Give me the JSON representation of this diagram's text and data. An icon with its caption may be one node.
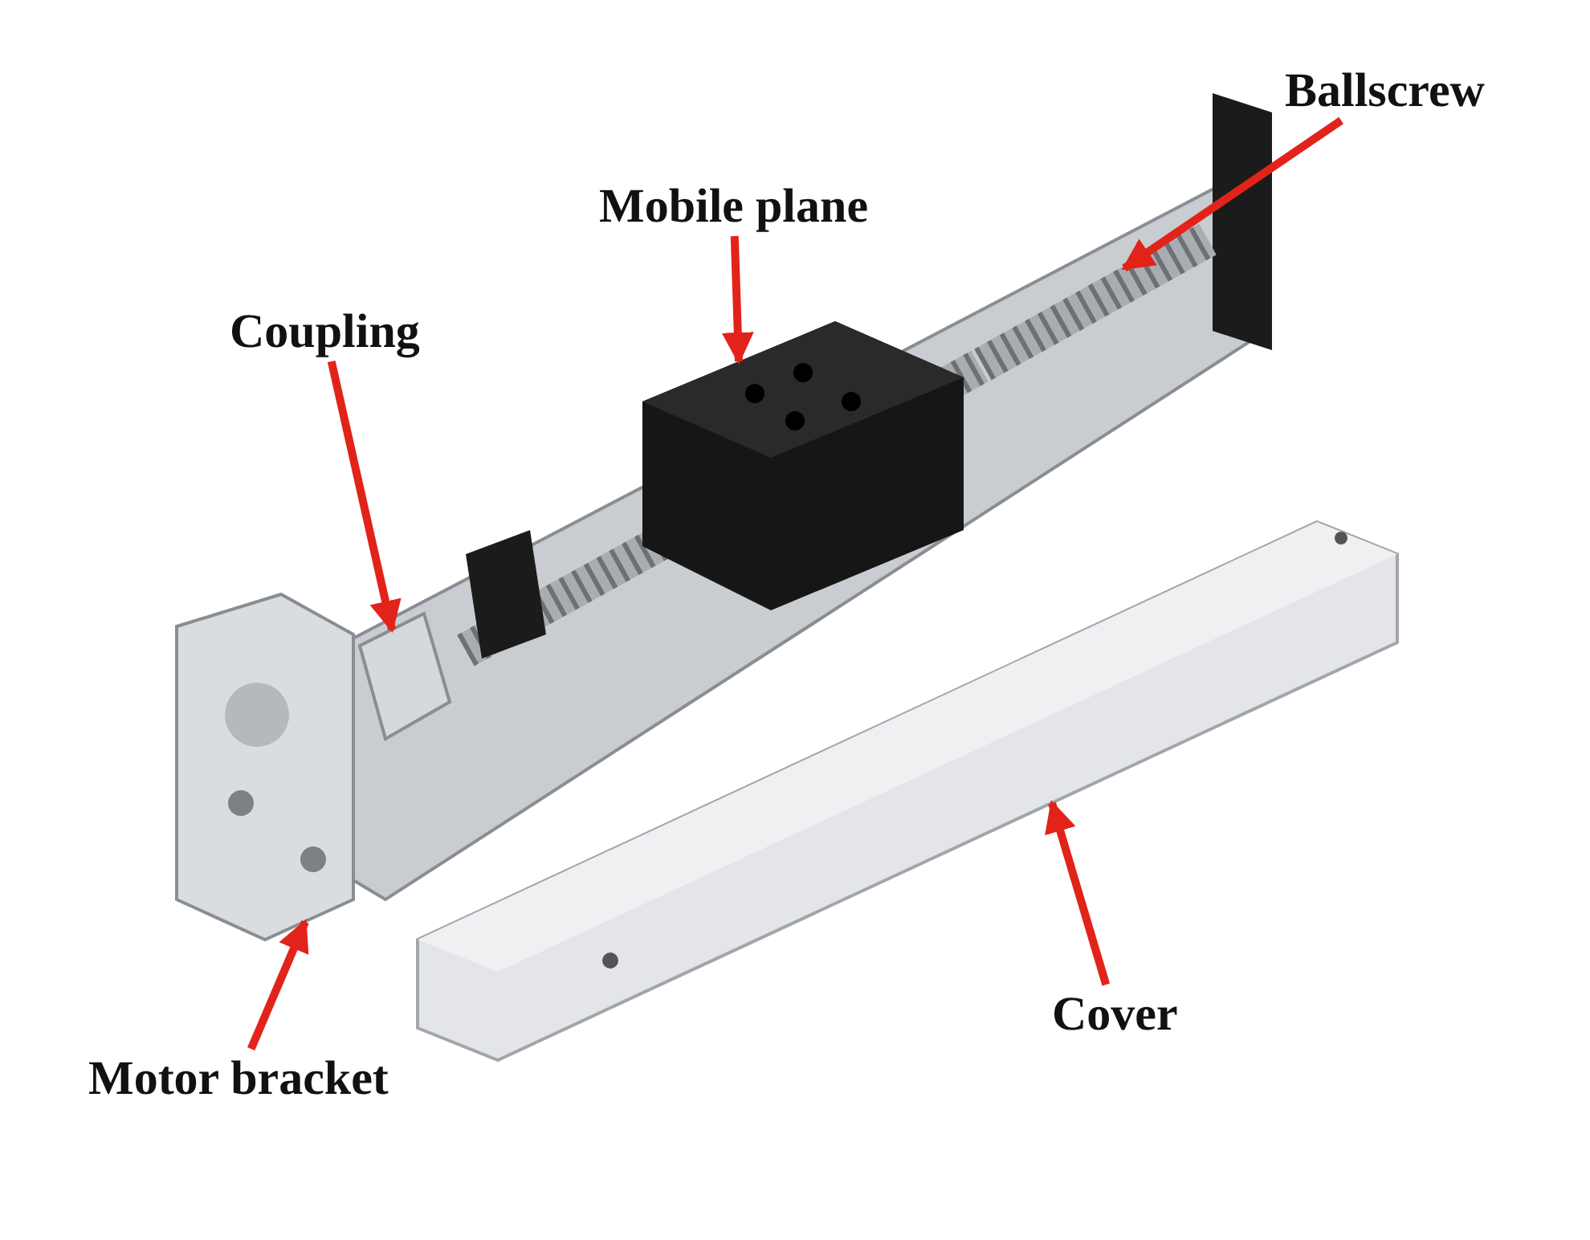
{
  "diagram": {
    "nodes": [
      {
        "text": [
          "Ballscrew"
        ]
      },
      {
        "text": [
          "Mobile plane"
        ]
      },
      {
        "text": [
          "Coupling"
        ]
      },
      {
        "text": [
          "Cover"
        ]
      },
      {
        "text": [
          "Motor bracket"
        ]
      },
      {
        "text": [],
        "shape": "picture"
      },
      {
        "text": [],
        "shape": "picture"
      },
      {
        "text": [],
        "shape": "picture"
      },
      {
        "text": [],
        "shape": "picture"
      },
      {
        "text": [],
        "shape": "picture"
      }
    ],
    "edges": [
      {
        "from": 0,
        "to": 5,
        "arrow": "to"
      },
      {
        "from": 1,
        "to": 6,
        "arrow": "to"
      },
      {
        "from": 2,
        "to": 7,
        "arrow": "to"
      },
      {
        "from": 3,
        "to": 8,
        "arrow": "to"
      },
      {
        "from": 4,
        "to": 9,
        "arrow": "to"
      }
    ]
  }
}
